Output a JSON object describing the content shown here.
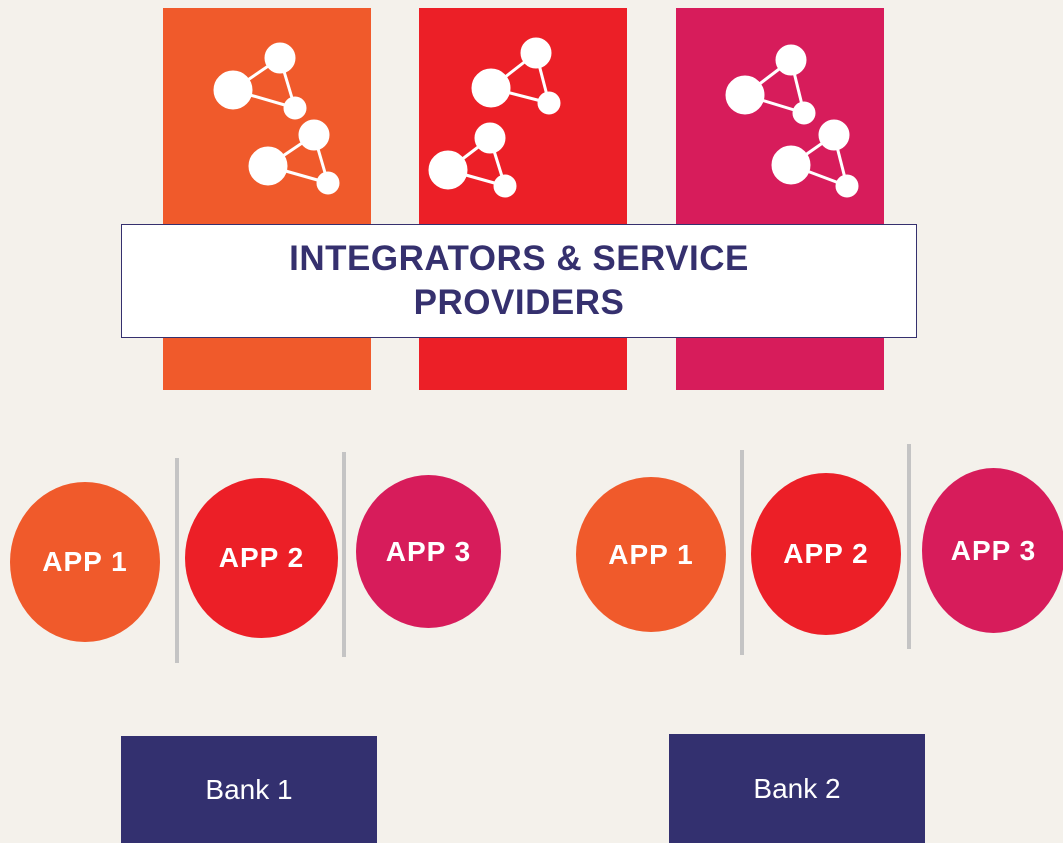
{
  "banner": {
    "title": "INTEGRATORS & SERVICE PROVIDERS"
  },
  "colors": {
    "background": "#f4f1eb",
    "orange": "#f05a2b",
    "red": "#ec1f27",
    "pink": "#d71c5b",
    "navy": "#33306f",
    "divider": "#c4c4c4"
  },
  "groups": [
    {
      "apps": [
        {
          "label": "APP 1"
        },
        {
          "label": "APP 2"
        },
        {
          "label": "APP 3"
        }
      ],
      "bank": {
        "label": "Bank 1"
      }
    },
    {
      "apps": [
        {
          "label": "APP 1"
        },
        {
          "label": "APP 2"
        },
        {
          "label": "APP 3"
        }
      ],
      "bank": {
        "label": "Bank 2"
      }
    }
  ],
  "icons": [
    "network-molecule-icon"
  ]
}
